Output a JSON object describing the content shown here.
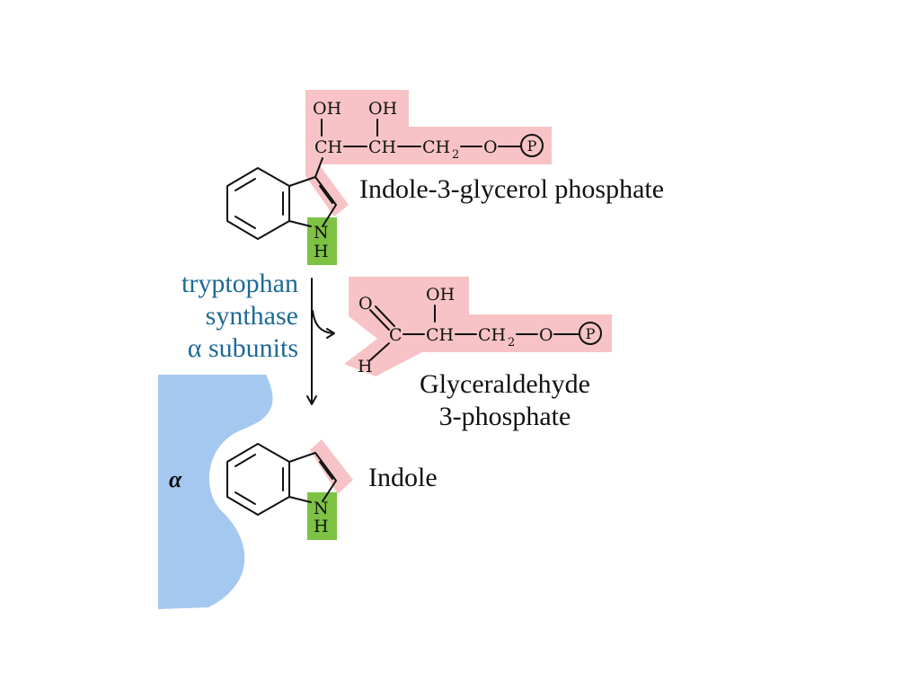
{
  "molecules": {
    "igp": {
      "name": "Indole-3-glycerol phosphate",
      "oh1": "OH",
      "oh2": "OH",
      "chain_ch1": "CH",
      "chain_ch2": "CH",
      "chain_ch2o": "CH",
      "sub2": "2",
      "chain_o": "O",
      "phosphate": "P",
      "nitrogen": "N",
      "hydrogen": "H"
    },
    "g3p": {
      "name_line1": "Glyceraldehyde",
      "name_line2": "3-phosphate",
      "carbonyl_o": "O",
      "carbon": "C",
      "aldehyde_h": "H",
      "oh": "OH",
      "ch": "CH",
      "ch2": "CH",
      "sub2": "2",
      "chain_o": "O",
      "phosphate": "P"
    },
    "indole": {
      "name": "Indole",
      "nitrogen": "N",
      "hydrogen": "H"
    }
  },
  "enzyme": {
    "line1": "tryptophan",
    "line2": "synthase",
    "line3": "α subunits",
    "color": "#1e6a96"
  },
  "alpha_site": {
    "label": "α",
    "color": "#a4c8ef"
  },
  "colors": {
    "highlight_pink": "#f7c3c6",
    "highlight_green": "#7dc243",
    "ink": "#111111"
  }
}
